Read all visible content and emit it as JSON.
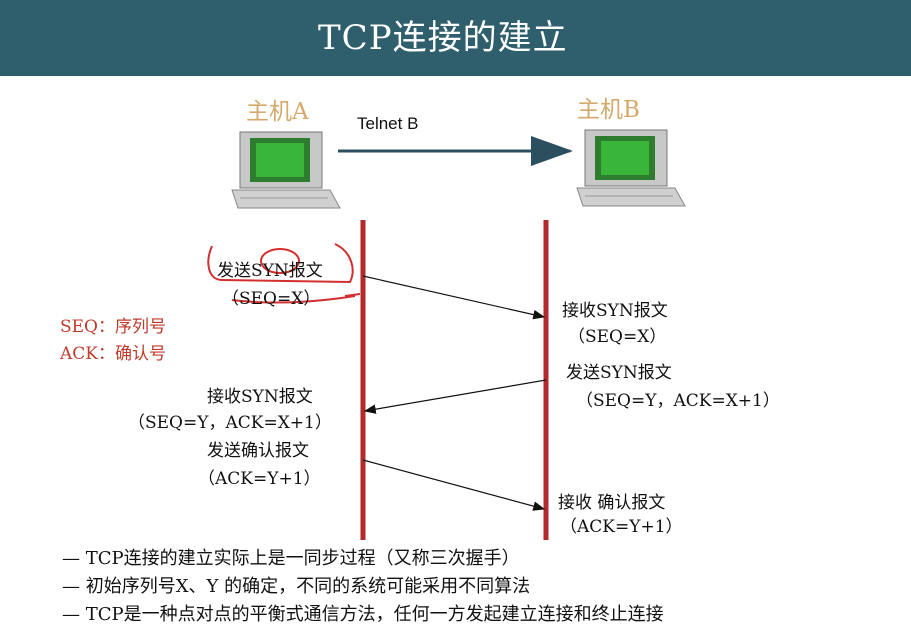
{
  "title": "TCP连接的建立",
  "host_a": "主机A",
  "host_b": "主机B",
  "telnet_label": "Telnet B",
  "step1_send": "发送SYN报文",
  "step1_seq": "（SEQ=X）",
  "step2_recv": "接收SYN报文",
  "step2_seq": "（SEQ=X）",
  "step3_send": "发送SYN报文",
  "step3_seq": "（SEQ=Y，ACK=X+1）",
  "step4_recv": "接收SYN报文",
  "step4_seq": "（SEQ=Y，ACK=X+1）",
  "step5_send": "发送确认报文",
  "step5_ack": "（ACK=Y+1）",
  "step6_recv": "接收 确认报文",
  "step6_ack": "（ACK=Y+1）",
  "legend_seq": "SEQ：序列号",
  "legend_ack": "ACK：确认号",
  "notes": [
    "— TCP连接的建立实际上是一同步过程（又称三次握手）",
    "— 初始序列号X、Y 的确定，不同的系统可能采用不同算法",
    "— TCP是一种点对点的平衡式通信方法，任何一方发起建立连接和终止连接"
  ],
  "colors": {
    "header": "#2f5e6d",
    "timeline": "#b22a2a",
    "host_label": "#d4a96a"
  }
}
